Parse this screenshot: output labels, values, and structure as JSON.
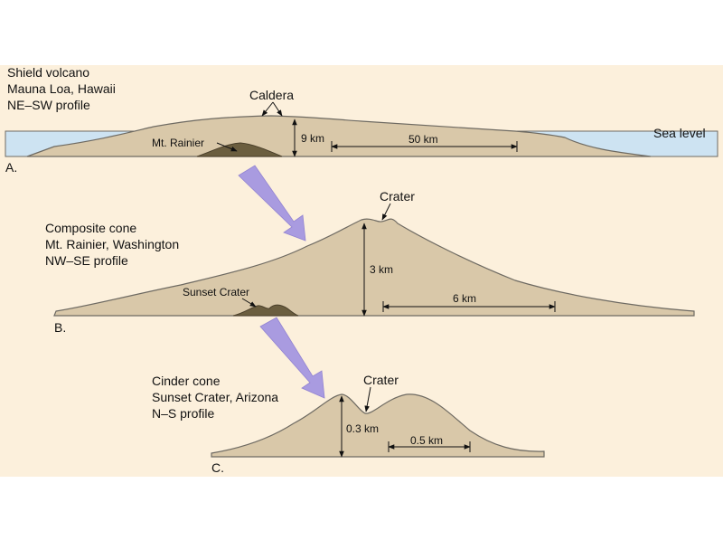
{
  "colors": {
    "background": "#fcf0dc",
    "volcano": "#d9c8a9",
    "volcano_outline": "#6e6a62",
    "sea": "#cde3f2",
    "scale_model": "#6b5e3f",
    "arrow": "#a99be0"
  },
  "panels": [
    {
      "letter": "A.",
      "title_lines": [
        "Shield volcano",
        "Mauna Loa, Hawaii",
        "NE–SW profile"
      ],
      "summit_label": "Caldera",
      "height_label": "9 km",
      "width_label": "50 km",
      "sea_label": "Sea level",
      "scale_model_label": "Mt. Rainier"
    },
    {
      "letter": "B.",
      "title_lines": [
        "Composite cone",
        "Mt. Rainier, Washington",
        "NW–SE profile"
      ],
      "summit_label": "Crater",
      "height_label": "3 km",
      "width_label": "6 km",
      "scale_model_label": "Sunset Crater"
    },
    {
      "letter": "C.",
      "title_lines": [
        "Cinder cone",
        "Sunset Crater, Arizona",
        "N–S profile"
      ],
      "summit_label": "Crater",
      "height_label": "0.3 km",
      "width_label": "0.5 km"
    }
  ]
}
